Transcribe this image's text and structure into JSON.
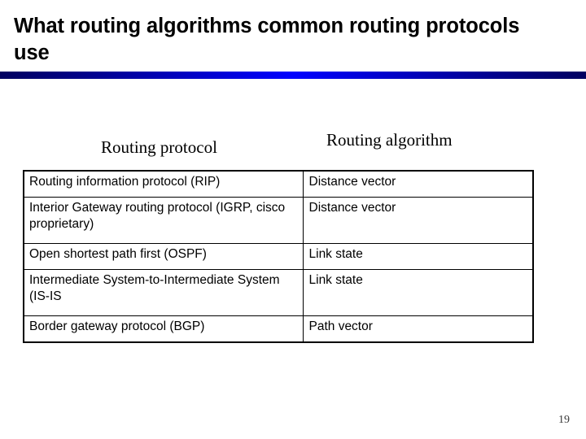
{
  "slide": {
    "title": "What routing algorithms common routing protocols\nuse",
    "page_number": "19",
    "accent_color": "#0000ff",
    "accent_edge_color": "#000060",
    "text_color": "#000000",
    "background_color": "#ffffff"
  },
  "captions": {
    "protocol": "Routing protocol",
    "algorithm": "Routing algorithm"
  },
  "table": {
    "columns": [
      "Routing protocol",
      "Routing algorithm"
    ],
    "rows": [
      {
        "protocol": "Routing information protocol (RIP)",
        "algorithm": "Distance vector",
        "lines": 1
      },
      {
        "protocol": "Interior Gateway routing protocol (IGRP, cisco proprietary)",
        "algorithm": "Distance vector",
        "lines": 2
      },
      {
        "protocol": "Open shortest path first (OSPF)",
        "algorithm": "Link state",
        "lines": 1
      },
      {
        "protocol": "Intermediate System-to-Intermediate System (IS-IS",
        "algorithm": "Link state",
        "lines": 2
      },
      {
        "protocol": "Border gateway protocol (BGP)",
        "algorithm": "Path vector",
        "lines": 1
      }
    ]
  }
}
